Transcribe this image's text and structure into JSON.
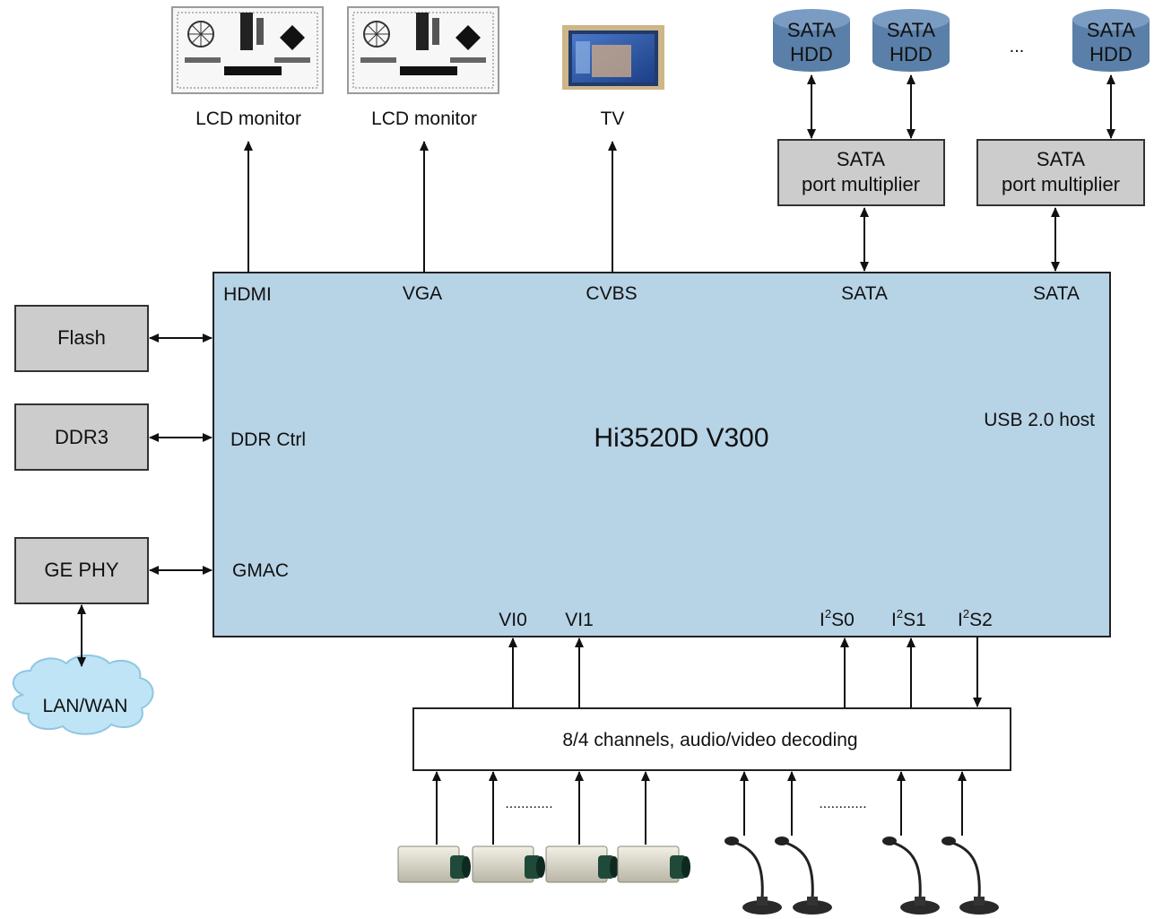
{
  "soc": {
    "title": "Hi3520D V300",
    "ports": {
      "hdmi": "HDMI",
      "vga": "VGA",
      "cvbs": "CVBS",
      "sata1": "SATA",
      "sata2": "SATA",
      "ddr": "DDR Ctrl",
      "gmac": "GMAC",
      "usb": "USB 2.0 host",
      "vi0": "VI0",
      "vi1": "VI1",
      "i2s0": {
        "pre": "I",
        "sup": "2",
        "post": "S0"
      },
      "i2s1": {
        "pre": "I",
        "sup": "2",
        "post": "S1"
      },
      "i2s2": {
        "pre": "I",
        "sup": "2",
        "post": "S2"
      }
    }
  },
  "displays": {
    "lcd1": "LCD monitor",
    "lcd2": "LCD monitor",
    "tv": "TV"
  },
  "storage": {
    "hdd_line1": "SATA",
    "hdd_line2": "HDD",
    "ellipsis": "...",
    "multiplier_line1": "SATA",
    "multiplier_line2": "port multiplier"
  },
  "peripherals": {
    "flash": "Flash",
    "ddr3": "DDR3",
    "ge_phy": "GE PHY",
    "network": "LAN/WAN"
  },
  "decoder": {
    "label": "8/4 channels, audio/video decoding",
    "cam_dots": "............",
    "mic_dots": "............"
  },
  "colors": {
    "soc_fill": "#b7d3e6",
    "box_fill": "#cccccc",
    "hdd_fill": "#5a7fa8",
    "cloud_fill": "#bfe4f6",
    "stroke": "#111111"
  }
}
